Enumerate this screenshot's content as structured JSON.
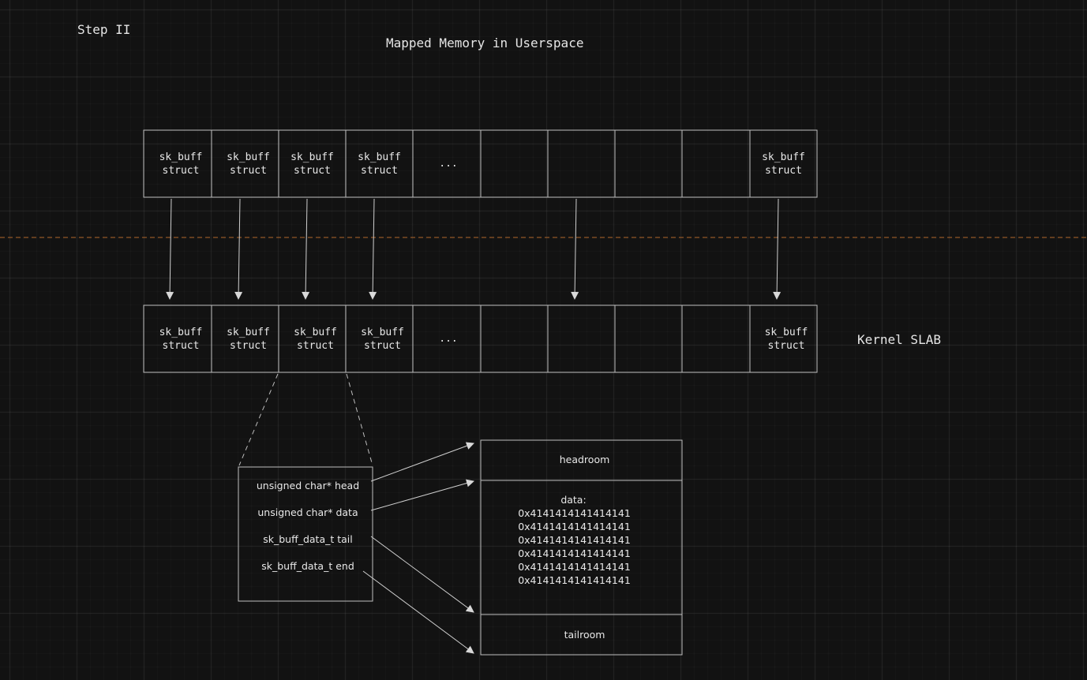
{
  "step_label": "Step II",
  "title": "Mapped Memory in Userspace",
  "userspace_row": {
    "cells": [
      "sk_buff\nstruct",
      "sk_buff\nstruct",
      "sk_buff\nstruct",
      "sk_buff\nstruct",
      "...",
      "",
      "",
      "",
      "",
      "sk_buff\nstruct"
    ]
  },
  "kernel_row": {
    "label": "Kernel SLAB",
    "cells": [
      "sk_buff\nstruct",
      "sk_buff\nstruct",
      "sk_buff\nstruct",
      "sk_buff\nstruct",
      "...",
      "",
      "",
      "",
      "",
      "sk_buff\nstruct"
    ]
  },
  "struct_fields": [
    "unsigned char* head",
    "unsigned char* data",
    "sk_buff_data_t tail",
    "sk_buff_data_t end"
  ],
  "memory_block": {
    "headroom": "headroom",
    "data_label": "data:",
    "data_values": [
      "0x4141414141414141",
      "0x4141414141414141",
      "0x4141414141414141",
      "0x4141414141414141",
      "0x4141414141414141",
      "0x4141414141414141"
    ],
    "tailroom": "tailroom"
  },
  "colors": {
    "background": "#121212",
    "stroke": "#bdbdbd",
    "boundary_line": "#b0662a"
  }
}
